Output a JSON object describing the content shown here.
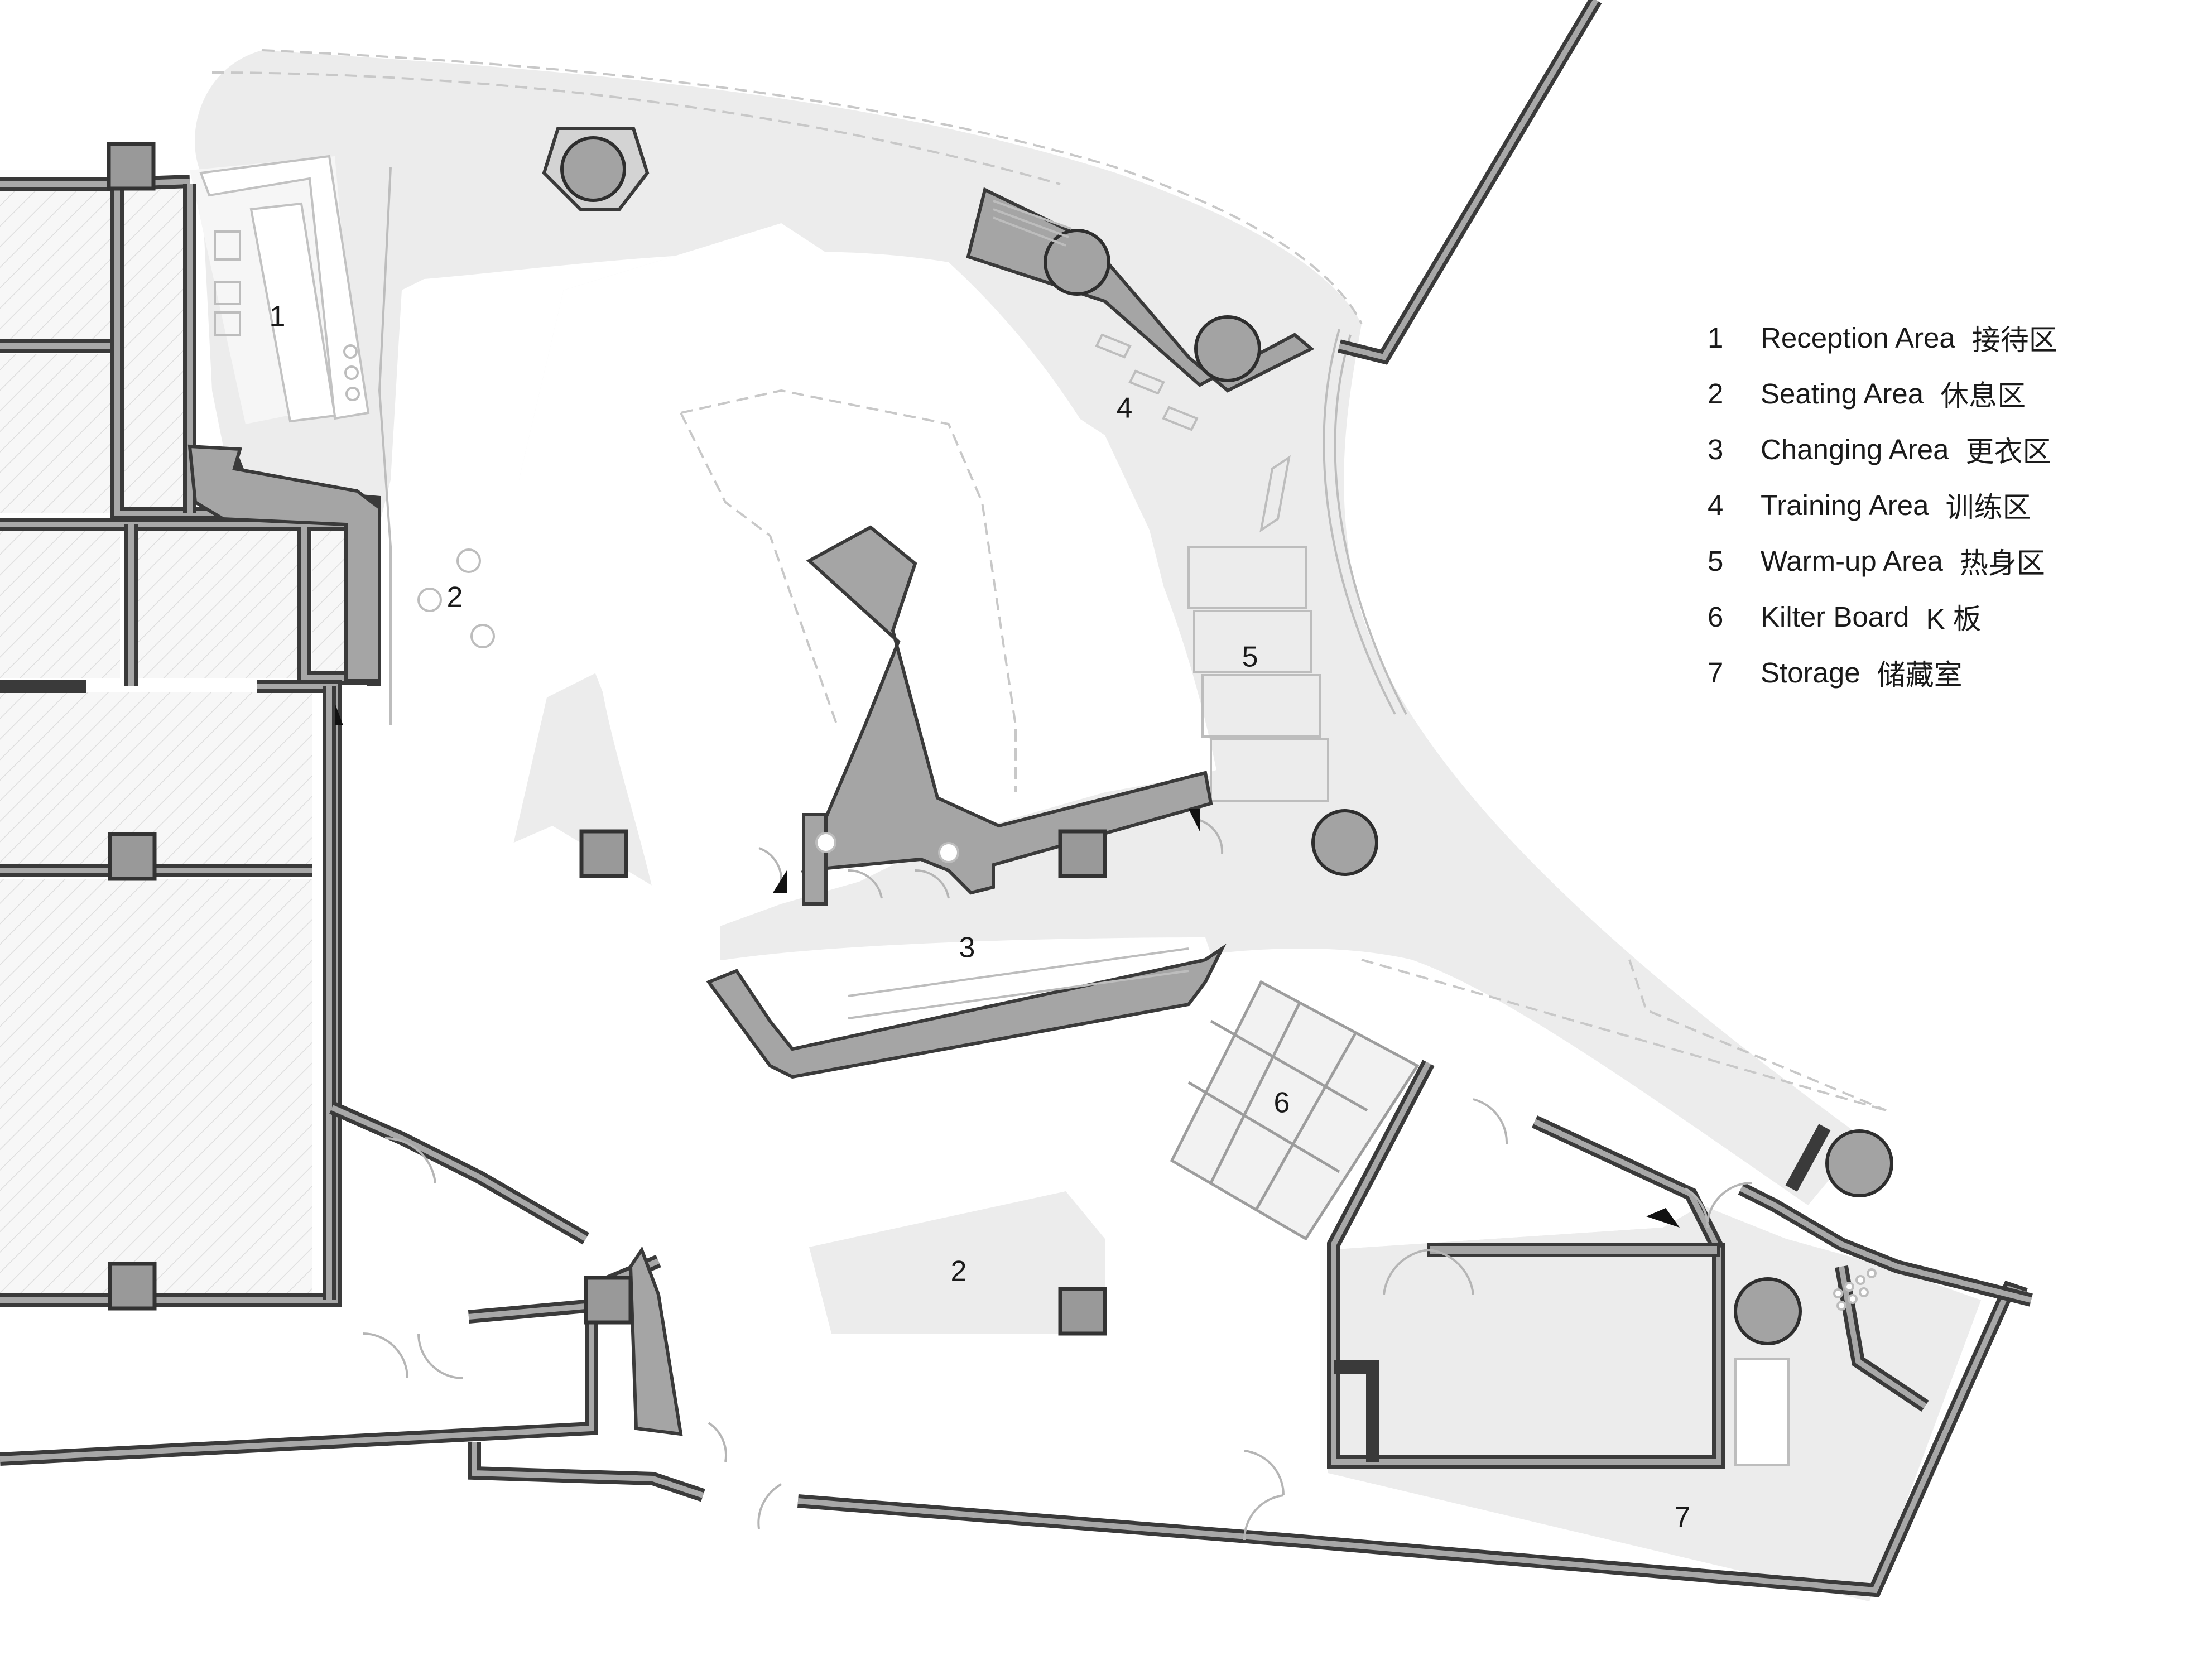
{
  "room_numbers": {
    "reception": "1",
    "seating_north": "2",
    "changing": "3",
    "training": "4",
    "warmup": "5",
    "kilter": "6",
    "storage": "7",
    "seating_south": "2"
  },
  "legend": [
    {
      "number": "1",
      "english": "Reception Area",
      "chinese": "接待区"
    },
    {
      "number": "2",
      "english": "Seating Area",
      "chinese": "休息区"
    },
    {
      "number": "3",
      "english": "Changing Area",
      "chinese": "更衣区"
    },
    {
      "number": "4",
      "english": "Training Area",
      "chinese": "训练区"
    },
    {
      "number": "5",
      "english": "Warm-up Area",
      "chinese": "热身区"
    },
    {
      "number": "6",
      "english": "Kilter Board",
      "chinese": "K 板"
    },
    {
      "number": "7",
      "english": "Storage",
      "chinese": "储藏室"
    }
  ]
}
